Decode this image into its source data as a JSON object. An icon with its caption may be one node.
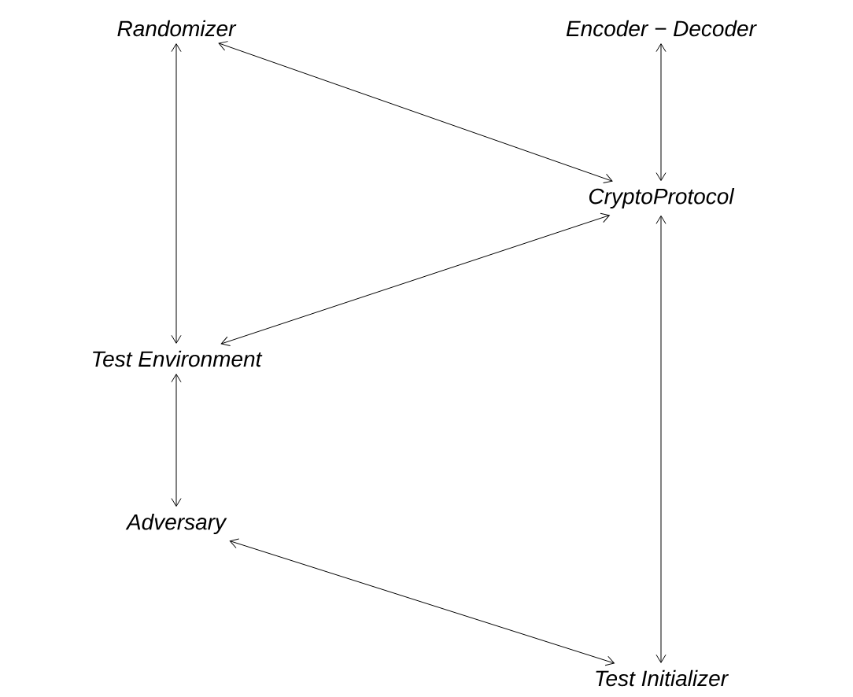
{
  "diagram": {
    "nodes": [
      {
        "text": [
          "Randomizer"
        ]
      },
      {
        "text": [
          "Encoder − Decoder"
        ]
      },
      {
        "text": [
          "CryptoProtocol"
        ]
      },
      {
        "text": [
          "Test Environment"
        ]
      },
      {
        "text": [
          "Adversary"
        ]
      },
      {
        "text": [
          "Test Initializer"
        ]
      }
    ],
    "edges": [
      {
        "from": 0,
        "to": 3,
        "arrow": "both"
      },
      {
        "from": 0,
        "to": 2,
        "arrow": "both"
      },
      {
        "from": 1,
        "to": 2,
        "arrow": "both"
      },
      {
        "from": 2,
        "to": 3,
        "arrow": "both"
      },
      {
        "from": 3,
        "to": 4,
        "arrow": "both"
      },
      {
        "from": 4,
        "to": 5,
        "arrow": "both"
      },
      {
        "from": 2,
        "to": 5,
        "arrow": "both"
      }
    ]
  }
}
